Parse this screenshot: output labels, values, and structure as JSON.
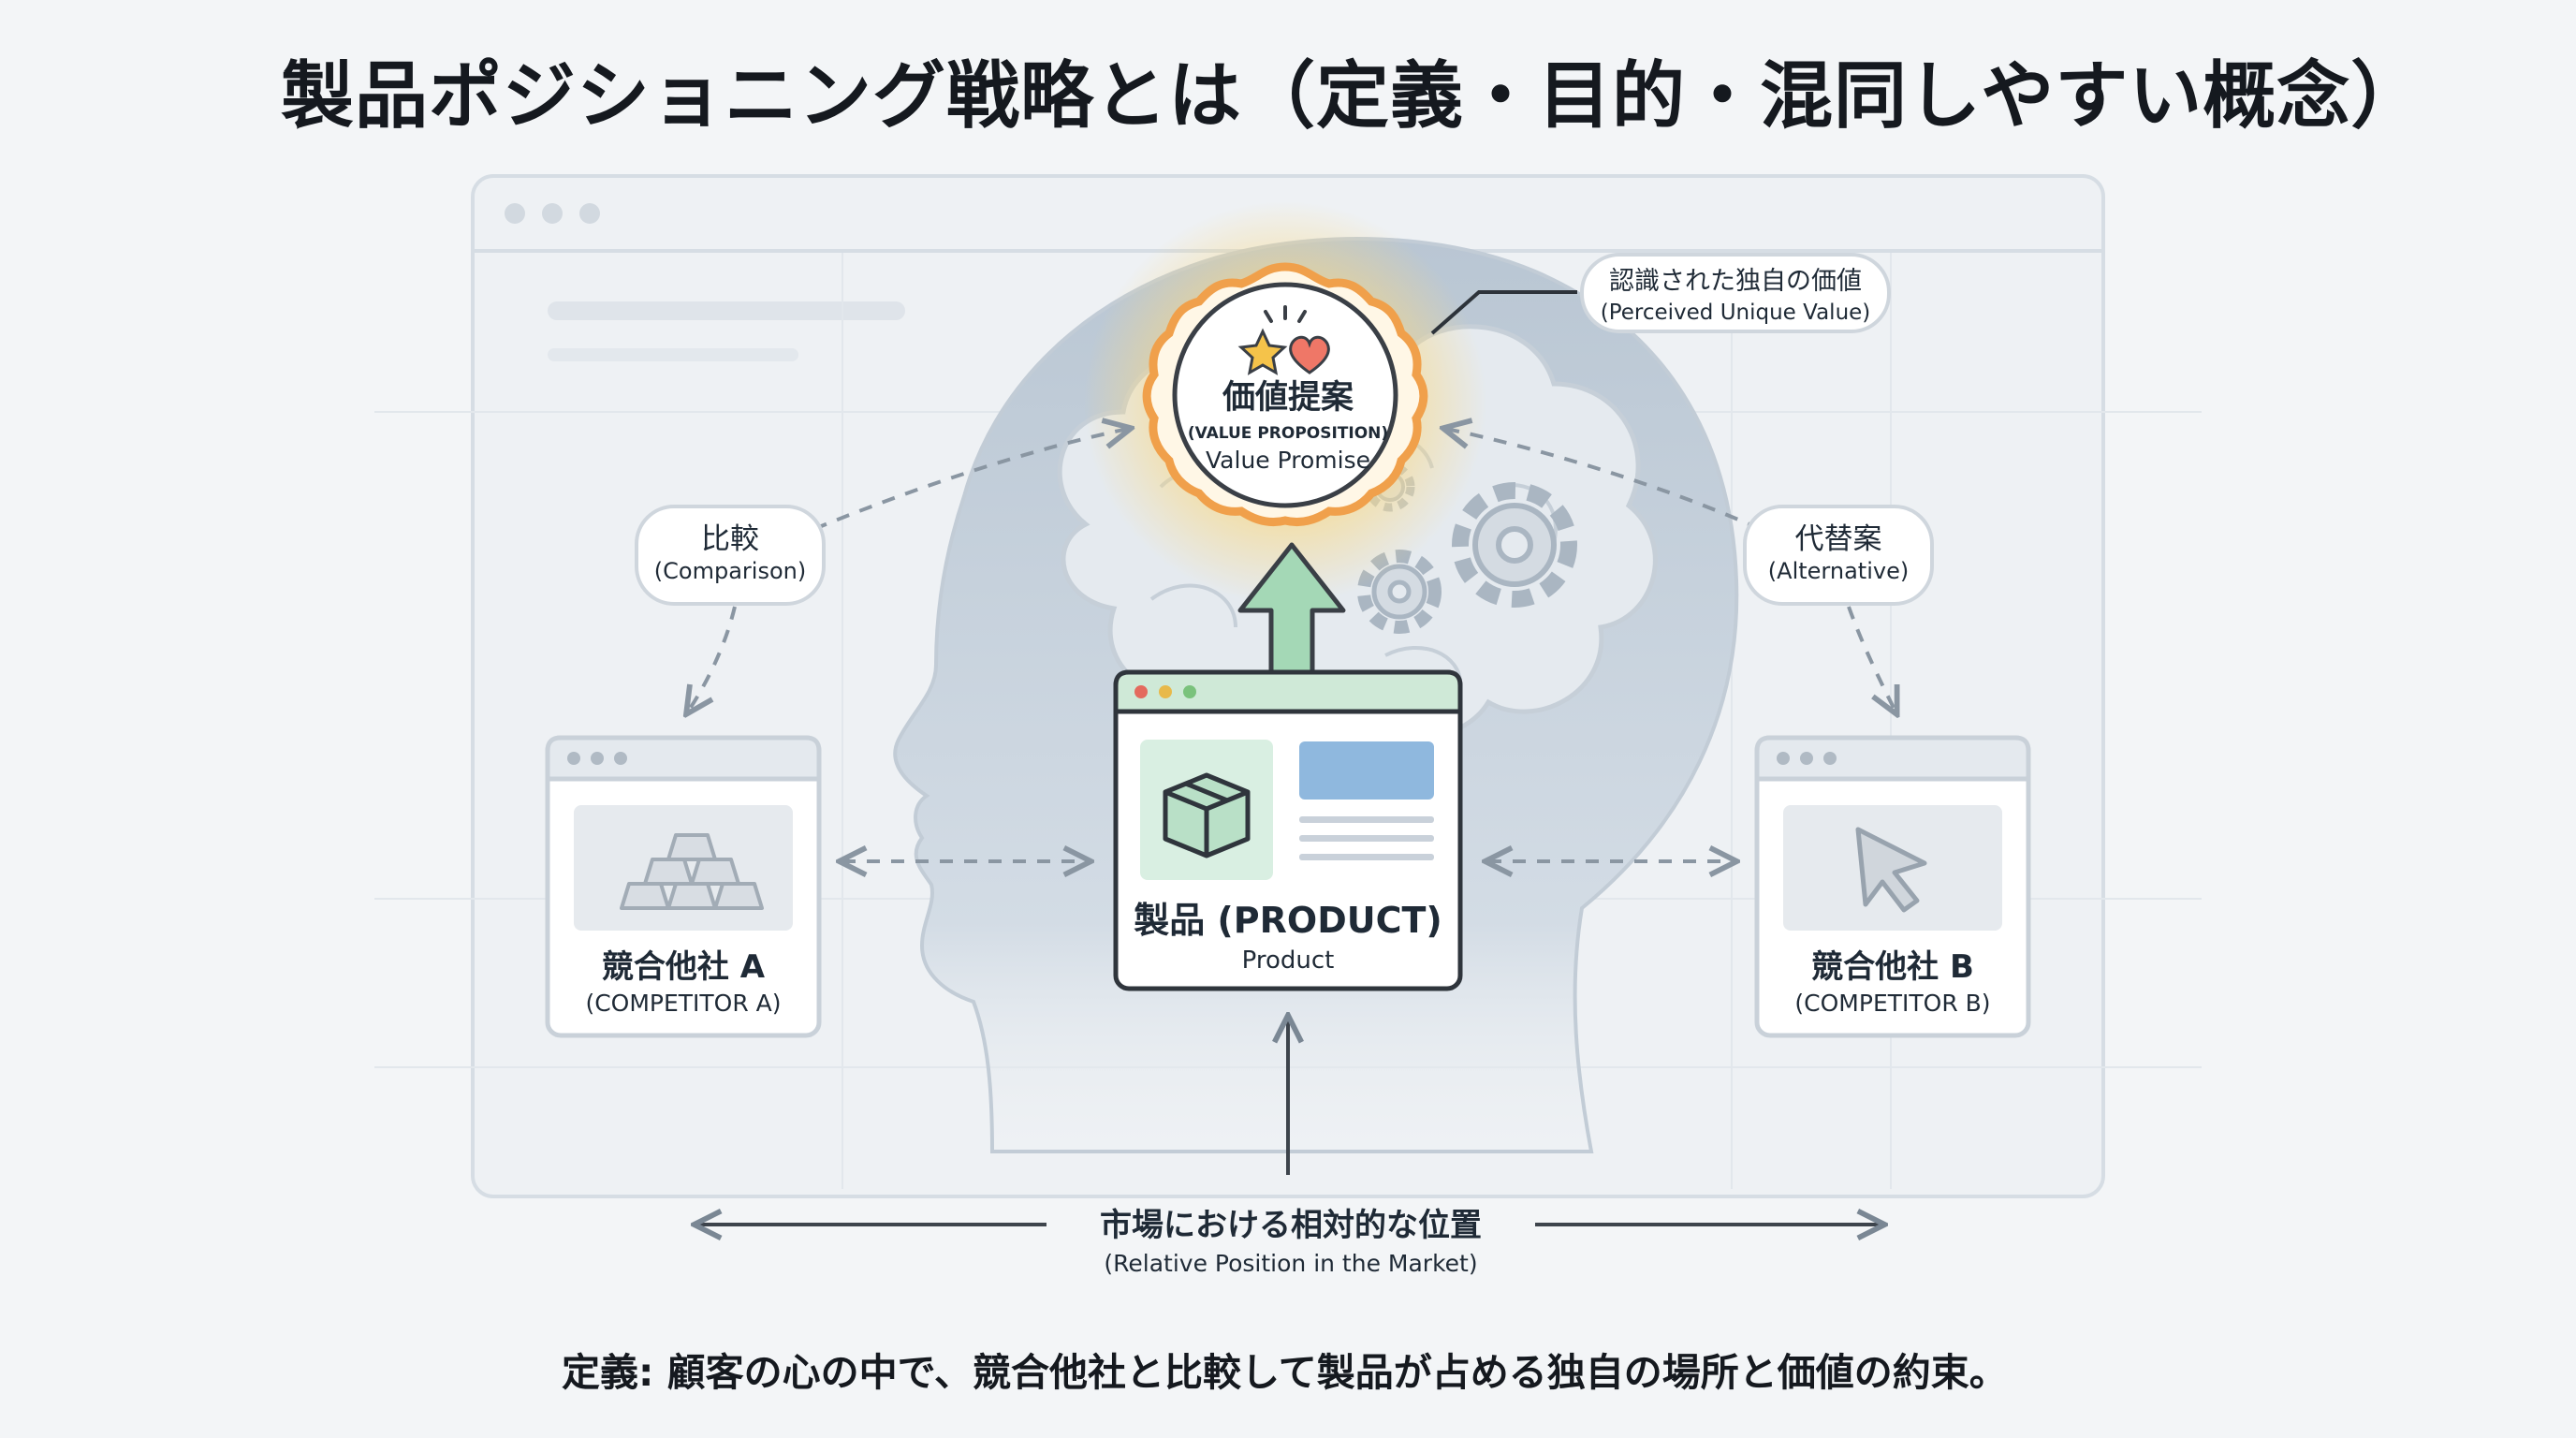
{
  "title": "製品ポジショニング戦略とは（定義・目的・混同しやすい概念）",
  "value_badge": {
    "line1": "価値提案",
    "line2": "(VALUE PROPOSITION)",
    "line3": "Value Promise",
    "icons": [
      "star-icon",
      "heart-icon"
    ]
  },
  "perceived_callout": {
    "line1": "認識された独自の価値",
    "line2": "(Perceived Unique Value)"
  },
  "comparison_label": {
    "line1": "比較",
    "line2": "(Comparison)"
  },
  "alternative_label": {
    "line1": "代替案",
    "line2": "(Alternative)"
  },
  "product_card": {
    "title": "製品 (PRODUCT)",
    "subtitle": "Product",
    "icon": "box-icon",
    "window_dots": [
      "#e46a5e",
      "#e8b94a",
      "#7ac27c"
    ]
  },
  "competitor_a": {
    "title": "競合他社 A",
    "subtitle": "(COMPETITOR A)",
    "icon": "gold-bars-icon"
  },
  "competitor_b": {
    "title": "競合他社 B",
    "subtitle": "(COMPETITOR B)",
    "icon": "cursor-icon"
  },
  "market_axis": {
    "line1": "市場における相対的な位置",
    "line2": "(Relative Position in the Market)"
  },
  "definition": "定義: 顧客の心の中で、競合他社と比較して製品が占める独自の場所と価値の約束。",
  "colors": {
    "accent_green": "#6dbb8a",
    "badge_orange": "#f0a04b",
    "badge_glow": "#fbd77a",
    "head_fill": "#c6d1dc",
    "line_gray": "#7a8794"
  }
}
